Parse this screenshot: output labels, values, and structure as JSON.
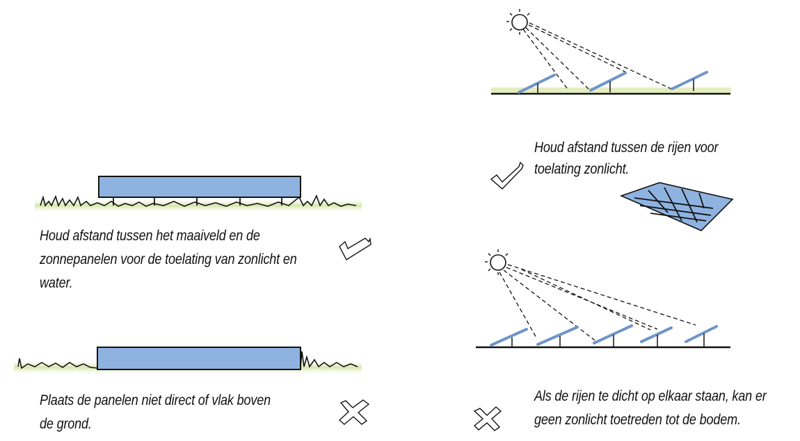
{
  "captions": {
    "raised_panel": {
      "lines": [
        "Houd afstand tussen het maaiveld en de",
        "zonnepanelen voor de toelating van zonlicht en",
        "water."
      ],
      "verdict": "check-icon"
    },
    "flat_panel": {
      "lines": [
        "Plaats de panelen niet direct of vlak boven",
        "de grond."
      ],
      "verdict": "cross-icon"
    },
    "spaced_rows": {
      "lines": [
        "Houd afstand tussen de rijen voor",
        "toelating zonlicht."
      ],
      "verdict": "check-icon"
    },
    "dense_rows": {
      "lines": [
        "Als de rijen te dicht op elkaar staan, kan er",
        "geen zonlicht toetreden tot de bodem."
      ],
      "verdict": "cross-icon"
    }
  },
  "colors": {
    "panel": "#8fb3e0",
    "grass": "#d6e6a6",
    "ink": "#111111"
  }
}
